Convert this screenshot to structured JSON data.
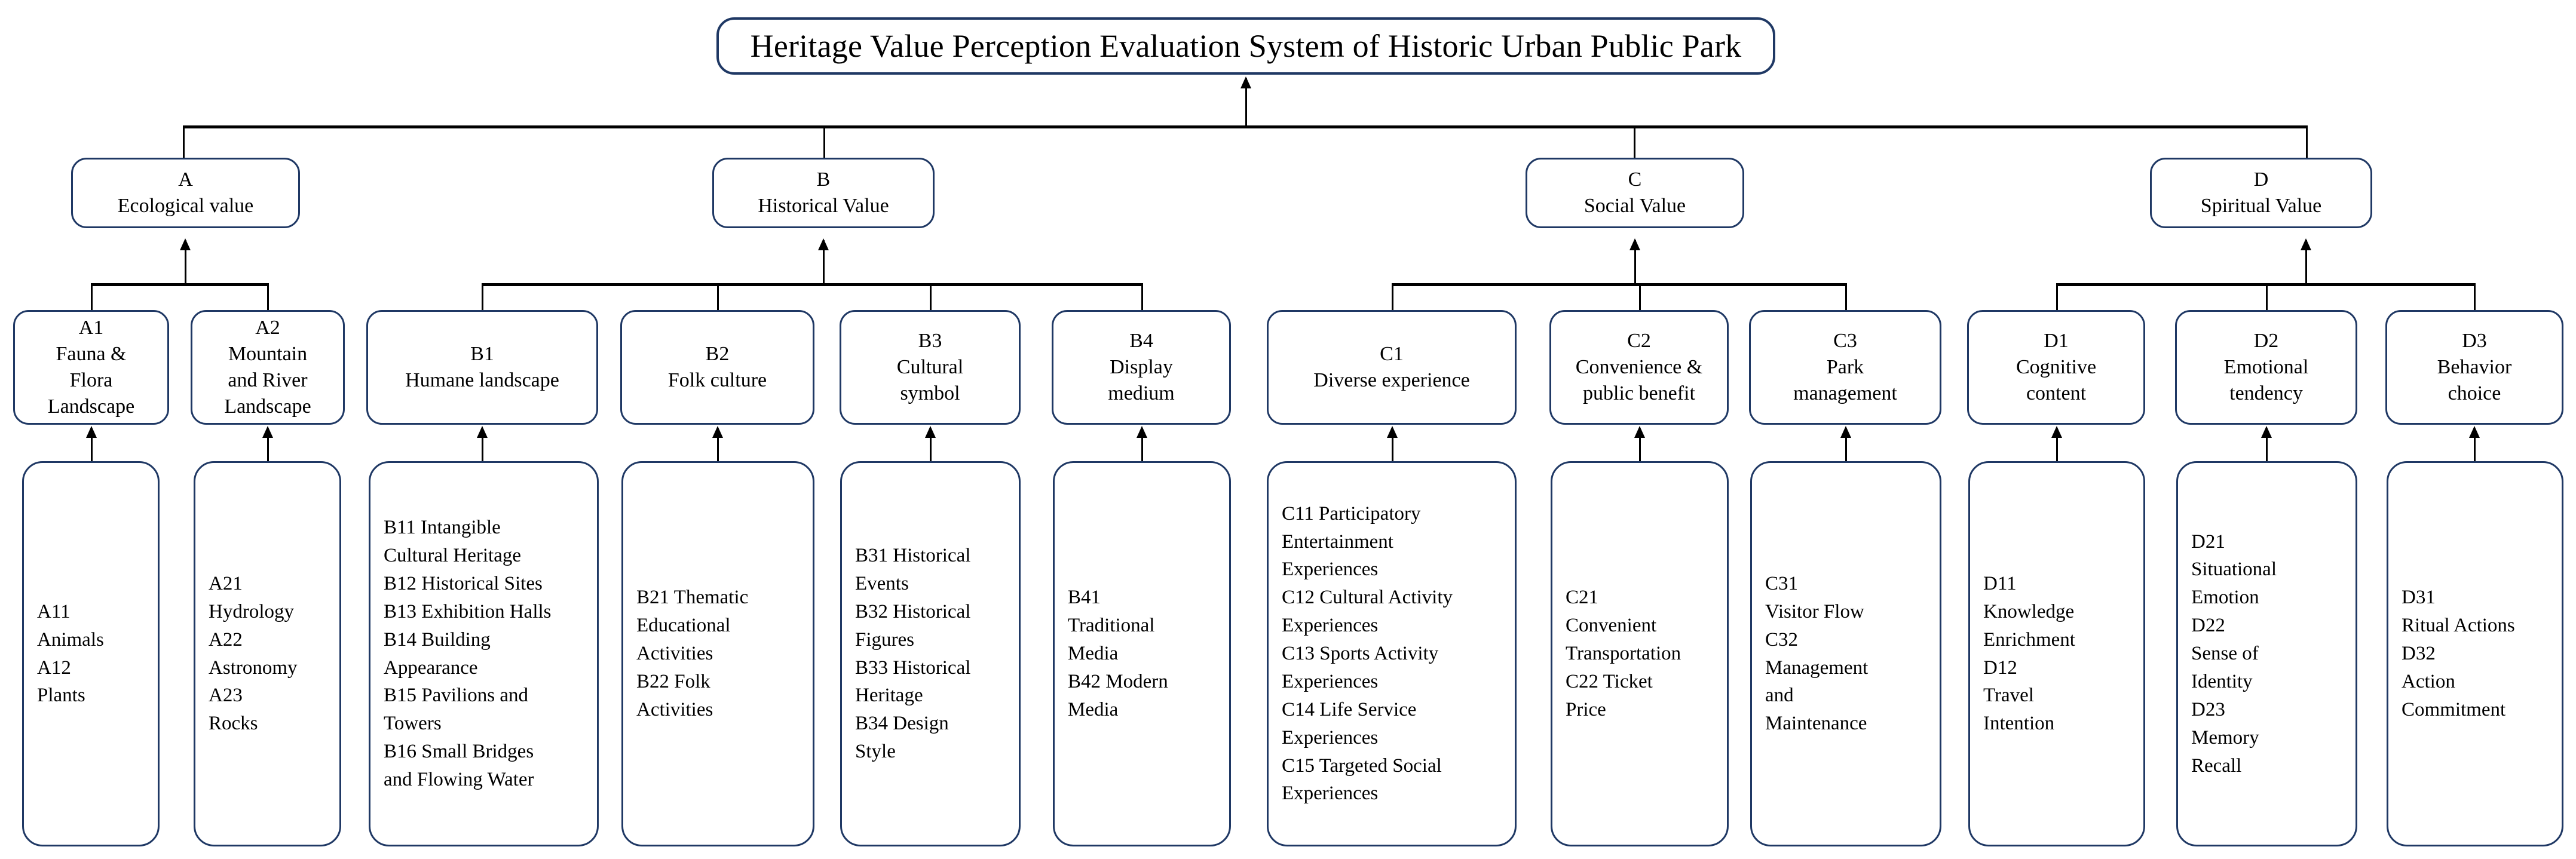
{
  "diagram": {
    "title": "Heritage Value Perception Evaluation System of Historic Urban Public Park",
    "accent_color": "#1f3864",
    "line_color": "#000000",
    "background_color": "#ffffff"
  },
  "root": {
    "label": "Heritage Value Perception Evaluation System of Historic Urban Public Park"
  },
  "level2": [
    {
      "code": "A",
      "name": "Ecological value",
      "text": "A\nEcological value"
    },
    {
      "code": "B",
      "name": "Historical Value",
      "text": "B\nHistorical Value"
    },
    {
      "code": "C",
      "name": "Social Value",
      "text": "C\nSocial Value"
    },
    {
      "code": "D",
      "name": "Spiritual Value",
      "text": "D\nSpiritual Value"
    }
  ],
  "level3": [
    {
      "code": "A1",
      "name": "Fauna & Flora Landscape",
      "text": "A1\nFauna &\nFlora\nLandscape"
    },
    {
      "code": "A2",
      "name": "Mountain and River Landscape",
      "text": "A2\nMountain\nand River\nLandscape"
    },
    {
      "code": "B1",
      "name": "Humane landscape",
      "text": "B1\nHumane landscape"
    },
    {
      "code": "B2",
      "name": "Folk culture",
      "text": "B2\nFolk culture"
    },
    {
      "code": "B3",
      "name": "Cultural symbol",
      "text": "B3\nCultural\nsymbol"
    },
    {
      "code": "B4",
      "name": "Display medium",
      "text": "B4\nDisplay\nmedium"
    },
    {
      "code": "C1",
      "name": "Diverse experience",
      "text": "C1\nDiverse experience"
    },
    {
      "code": "C2",
      "name": "Convenience & public benefit",
      "text": "C2\nConvenience &\npublic benefit"
    },
    {
      "code": "C3",
      "name": "Park management",
      "text": "C3\nPark\nmanagement"
    },
    {
      "code": "D1",
      "name": "Cognitive content",
      "text": "D1\nCognitive\ncontent"
    },
    {
      "code": "D2",
      "name": "Emotional tendency",
      "text": "D2\nEmotional\ntendency"
    },
    {
      "code": "D3",
      "name": "Behavior choice",
      "text": "D3\nBehavior\nchoice"
    }
  ],
  "leaves": [
    {
      "parent": "A1",
      "items": [
        "A11 Animals",
        "A12 Plants"
      ],
      "text": "A11\nAnimals\nA12\nPlants"
    },
    {
      "parent": "A2",
      "items": [
        "A21 Hydrology",
        "A22 Astronomy",
        "A23 Rocks"
      ],
      "text": "A21\nHydrology\nA22\nAstronomy\nA23\nRocks"
    },
    {
      "parent": "B1",
      "items": [
        "B11 Intangible Cultural Heritage",
        "B12 Historical Sites",
        "B13 Exhibition Halls",
        "B14 Building Appearance",
        "B15 Pavilions and Towers",
        "B16 Small Bridges and Flowing Water"
      ],
      "text": "B11 Intangible\nCultural Heritage\nB12 Historical Sites\nB13 Exhibition Halls\nB14 Building\nAppearance\nB15 Pavilions and\nTowers\nB16 Small Bridges\nand Flowing Water"
    },
    {
      "parent": "B2",
      "items": [
        "B21 Thematic Educational Activities",
        "B22 Folk Activities"
      ],
      "text": "B21 Thematic\nEducational\nActivities\nB22 Folk\nActivities"
    },
    {
      "parent": "B3",
      "items": [
        "B31 Historical Events",
        "B32 Historical Figures",
        "B33 Historical Heritage",
        "B34 Design Style"
      ],
      "text": "B31 Historical\nEvents\nB32 Historical\nFigures\nB33 Historical\nHeritage\nB34 Design\nStyle"
    },
    {
      "parent": "B4",
      "items": [
        "B41 Traditional Media",
        "B42 Modern Media"
      ],
      "text": "B41\nTraditional\nMedia\nB42 Modern\nMedia"
    },
    {
      "parent": "C1",
      "items": [
        "C11 Participatory Entertainment Experiences",
        "C12 Cultural Activity Experiences",
        "C13 Sports Activity Experiences",
        "C14 Life Service Experiences",
        "C15 Targeted Social Experiences"
      ],
      "text": "C11 Participatory\nEntertainment\nExperiences\nC12 Cultural Activity\nExperiences\nC13 Sports Activity\nExperiences\nC14 Life Service\nExperiences\nC15 Targeted Social\nExperiences"
    },
    {
      "parent": "C2",
      "items": [
        "C21 Convenient Transportation",
        "C22 Ticket Price"
      ],
      "text": "C21\nConvenient\nTransportation\nC22 Ticket\nPrice"
    },
    {
      "parent": "C3",
      "items": [
        "C31 Visitor Flow",
        "C32 Management and Maintenance"
      ],
      "text": "C31\nVisitor Flow\nC32\nManagement\nand\nMaintenance"
    },
    {
      "parent": "D1",
      "items": [
        "D11 Knowledge Enrichment",
        "D12 Travel Intention"
      ],
      "text": "D11\nKnowledge\nEnrichment\nD12\nTravel\nIntention"
    },
    {
      "parent": "D2",
      "items": [
        "D21 Situational Emotion",
        "D22 Sense of Identity",
        "D23 Memory Recall"
      ],
      "text": "D21\nSituational\nEmotion\nD22\nSense of\nIdentity\nD23\nMemory\nRecall"
    },
    {
      "parent": "D3",
      "items": [
        "D31 Ritual Actions",
        "D32 Action Commitment"
      ],
      "text": "D31\nRitual Actions\nD32\nAction\nCommitment"
    }
  ]
}
